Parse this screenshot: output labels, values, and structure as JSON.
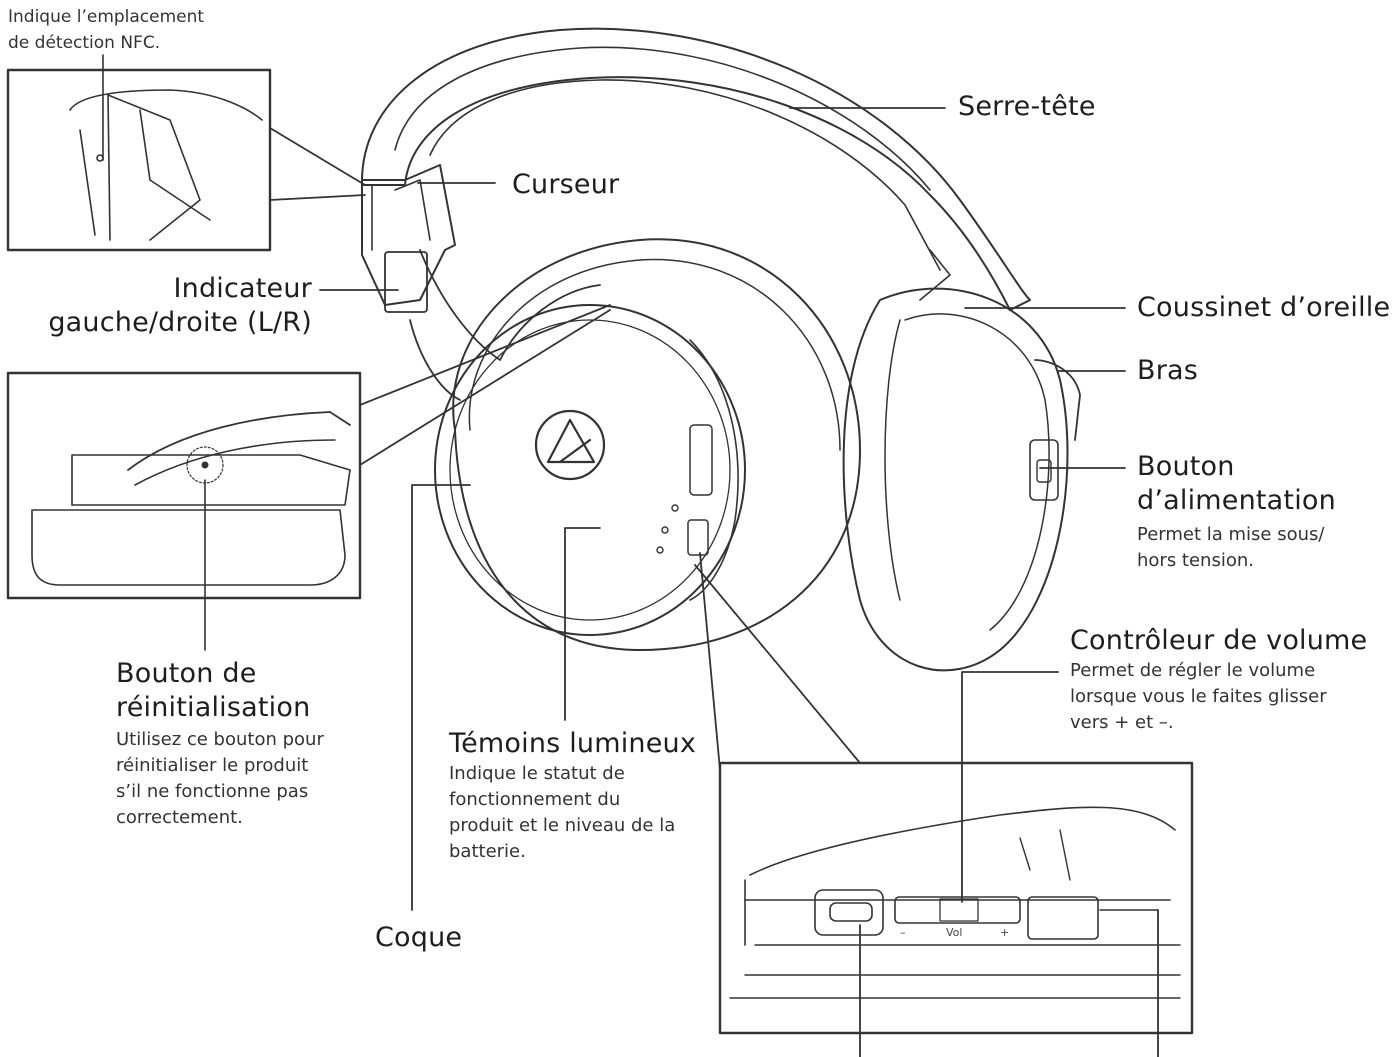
{
  "labels": {
    "nfc": {
      "line1": "Indique l’emplacement",
      "line2": "de détection NFC."
    },
    "headband": "Serre-tête",
    "slider": "Curseur",
    "lr_indicator": {
      "line1": "Indicateur",
      "line2": "gauche/droite (L/R)"
    },
    "ear_pad": "Coussinet d’oreille",
    "arm": "Bras",
    "power_button": {
      "title1": "Bouton",
      "title2": "d’alimentation",
      "desc1": "Permet la mise sous/",
      "desc2": "hors tension."
    },
    "volume_control": {
      "title": "Contrôleur de volume",
      "desc1": "Permet de régler le volume",
      "desc2": "lorsque vous le faites glisser",
      "desc3": "vers + et –."
    },
    "reset_button": {
      "title1": "Bouton de",
      "title2": "réinitialisation",
      "desc1": "Utilisez ce bouton pour",
      "desc2": "réinitialiser le produit",
      "desc3": "s’il ne fonctionne pas",
      "desc4": "correctement."
    },
    "indicator_lights": {
      "title": "Témoins lumineux",
      "desc1": "Indique le statut de",
      "desc2": "fonctionnement du",
      "desc3": "produit et le niveau de la",
      "desc4": "batterie."
    },
    "housing": "Coque",
    "vol_minus": "–",
    "vol_text": "Vol",
    "vol_plus": "+"
  }
}
